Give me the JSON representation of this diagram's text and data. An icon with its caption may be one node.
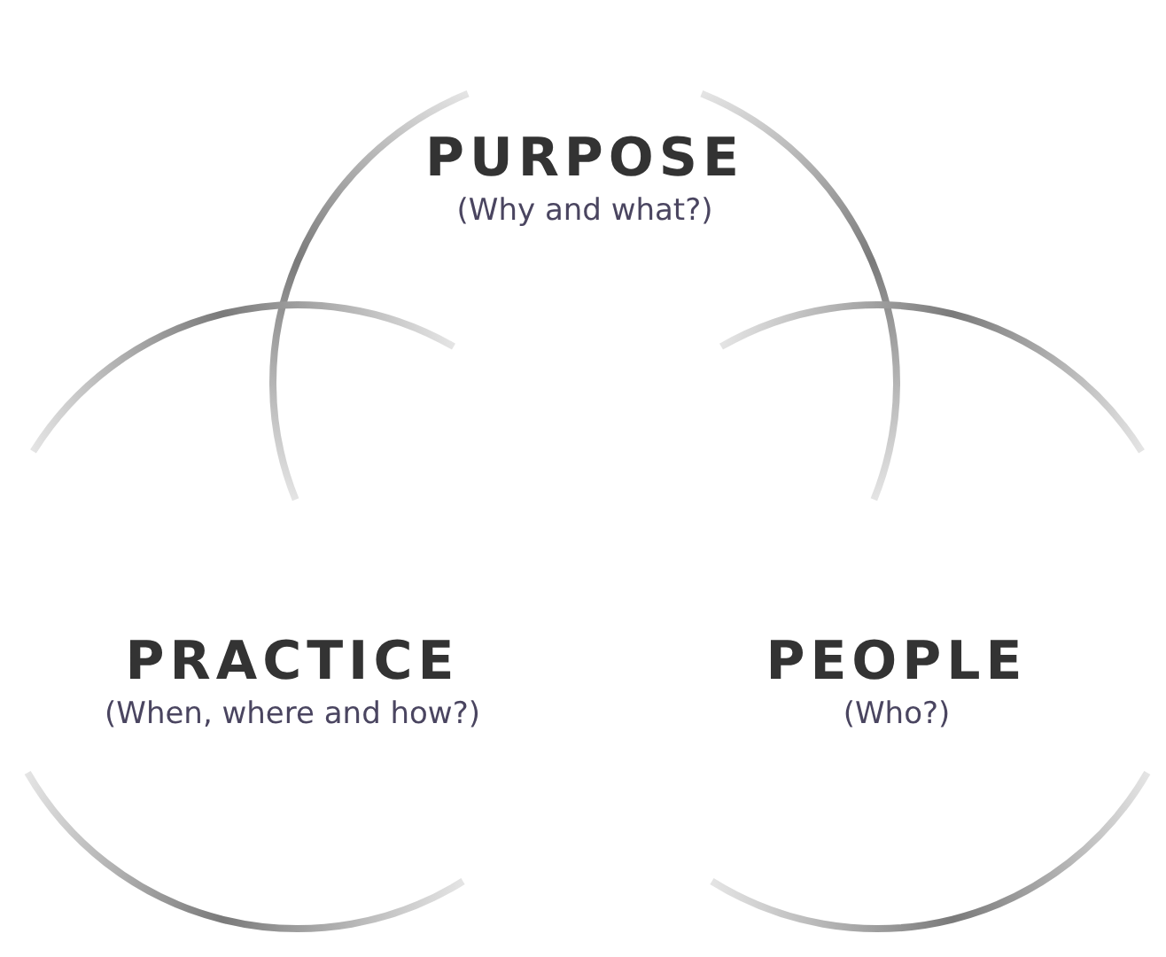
{
  "diagram": {
    "nodes": [
      {
        "text": [
          "PURPOSE",
          "(Why and what?)"
        ]
      },
      {
        "text": [
          "PRACTICE",
          "(When, where and how?)"
        ]
      },
      {
        "text": [
          "PEOPLE",
          "(Who?)"
        ]
      }
    ]
  }
}
